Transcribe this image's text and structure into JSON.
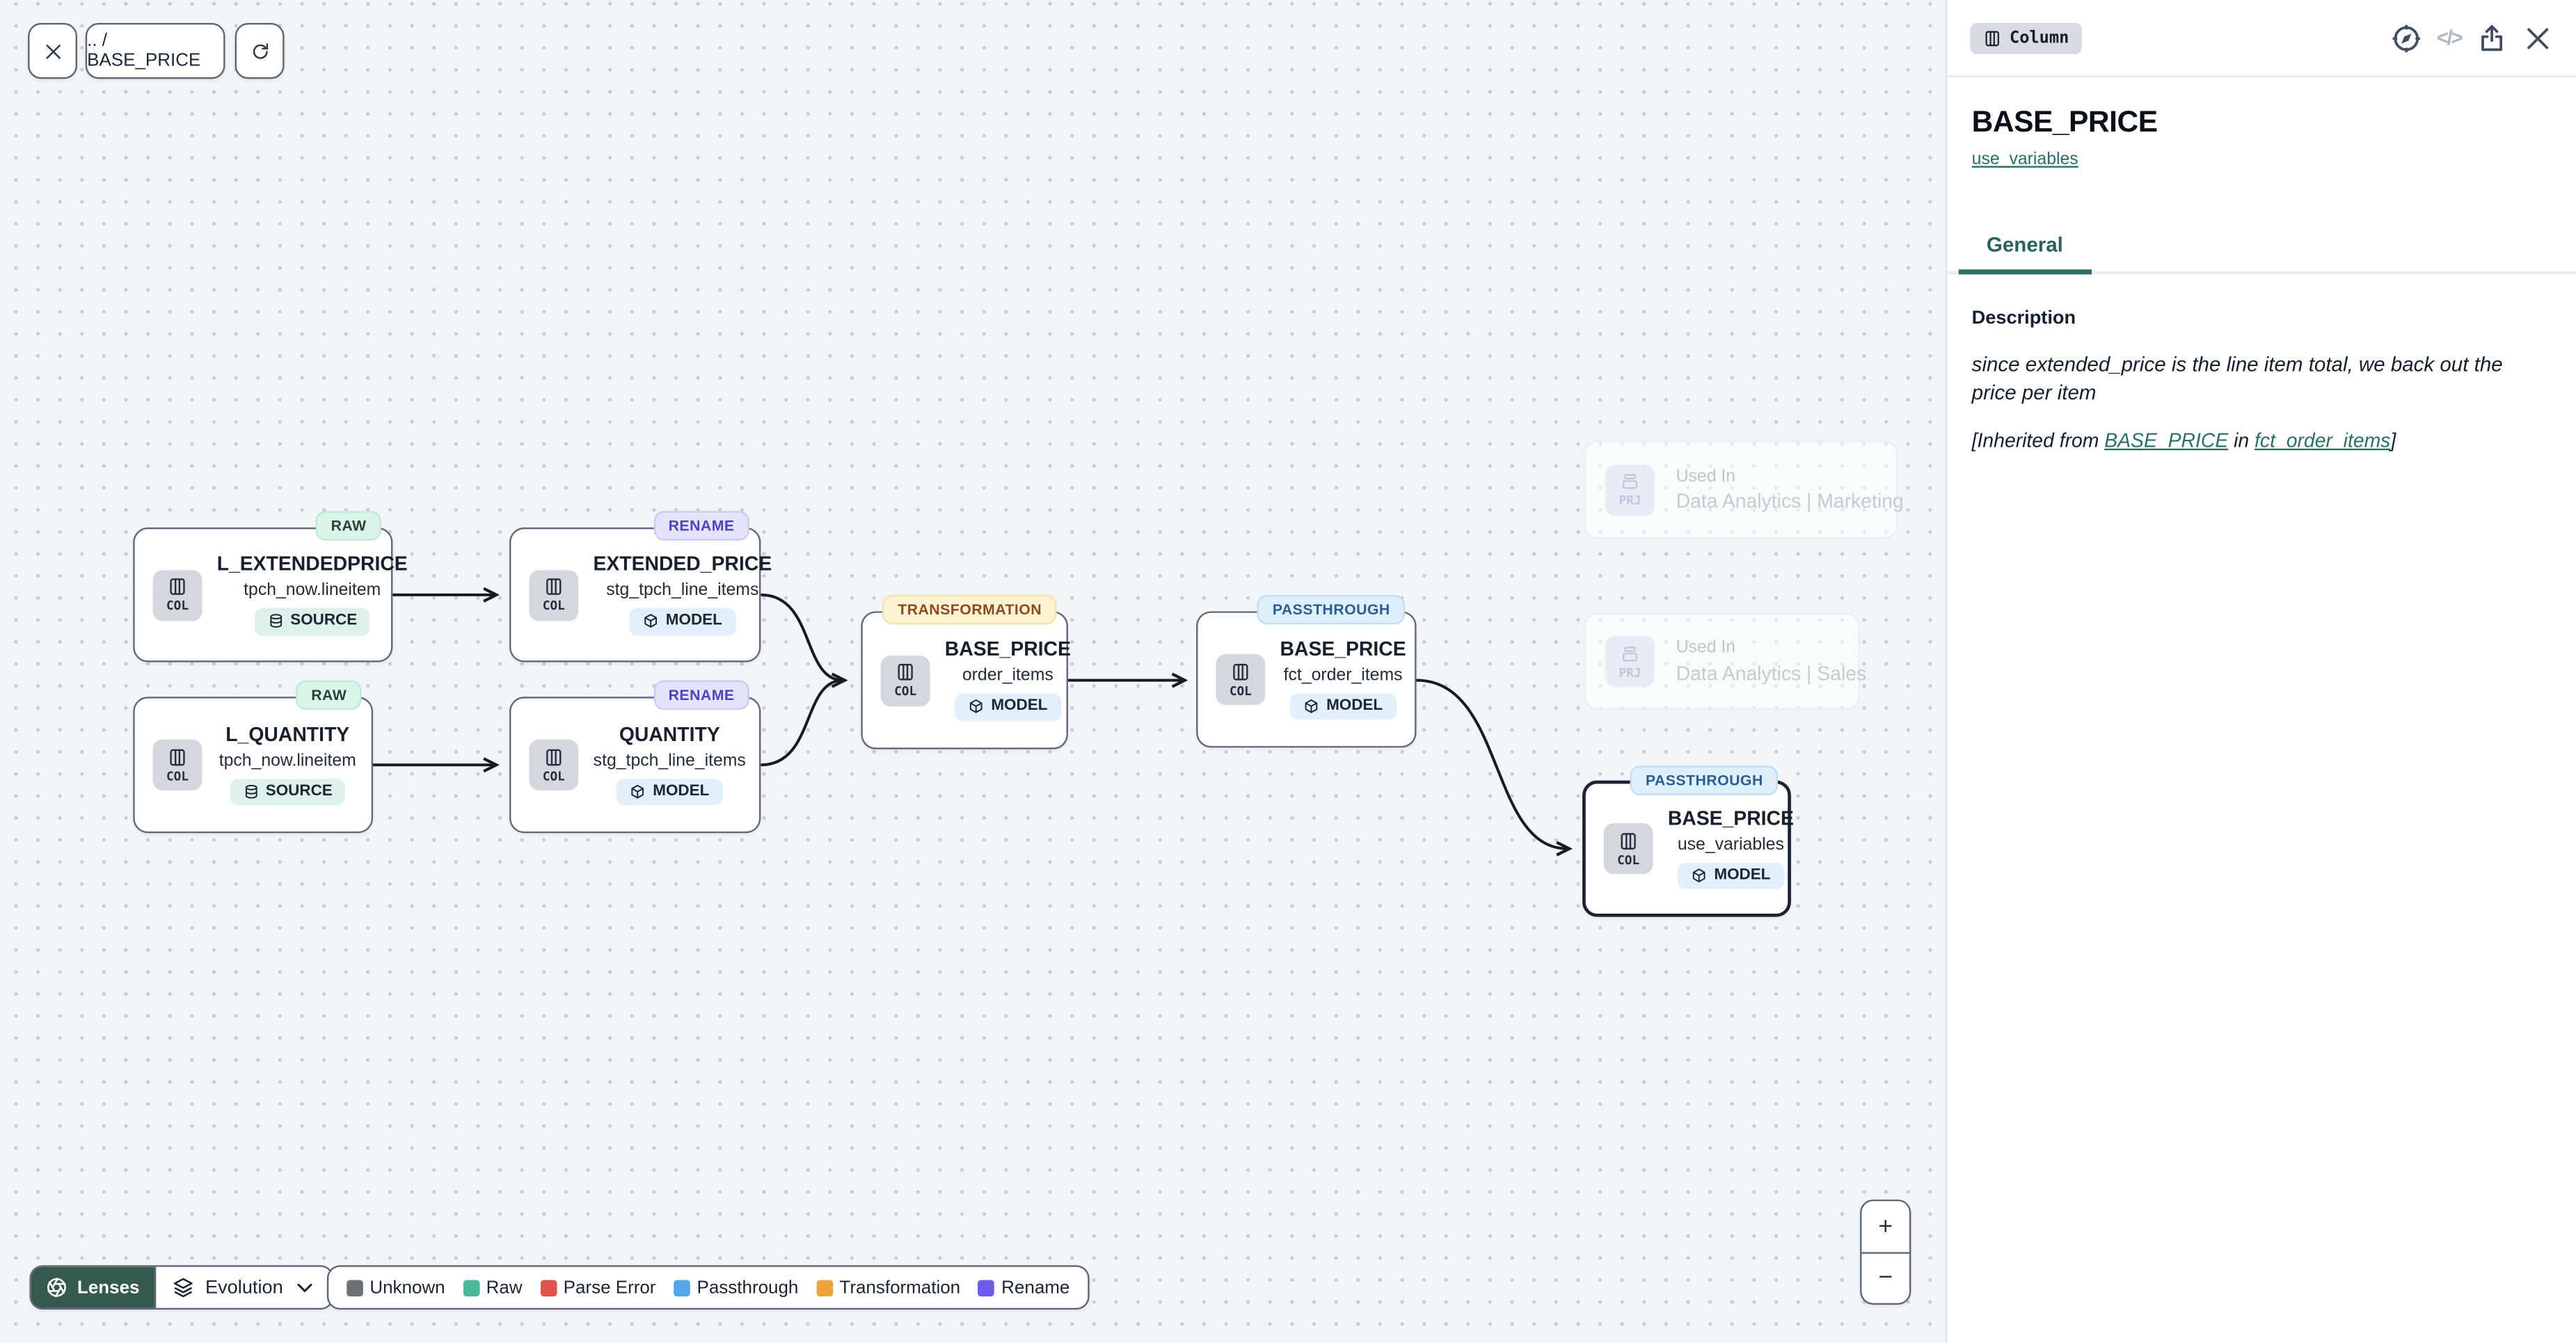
{
  "toolbar": {
    "breadcrumb": ".. / BASE_PRICE"
  },
  "canvas": {
    "nodes": [
      {
        "badge": "RAW",
        "icon_label": "COL",
        "title": "L_EXTENDEDPRICE",
        "subtitle": "tpch_now.lineitem",
        "pill": "SOURCE"
      },
      {
        "badge": "RAW",
        "icon_label": "COL",
        "title": "L_QUANTITY",
        "subtitle": "tpch_now.lineitem",
        "pill": "SOURCE"
      },
      {
        "badge": "RENAME",
        "icon_label": "COL",
        "title": "EXTENDED_PRICE",
        "subtitle": "stg_tpch_line_items",
        "pill": "MODEL"
      },
      {
        "badge": "RENAME",
        "icon_label": "COL",
        "title": "QUANTITY",
        "subtitle": "stg_tpch_line_items",
        "pill": "MODEL"
      },
      {
        "badge": "TRANSFORMATION",
        "icon_label": "COL",
        "title": "BASE_PRICE",
        "subtitle": "order_items",
        "pill": "MODEL"
      },
      {
        "badge": "PASSTHROUGH",
        "icon_label": "COL",
        "title": "BASE_PRICE",
        "subtitle": "fct_order_items",
        "pill": "MODEL"
      },
      {
        "badge": "PASSTHROUGH",
        "icon_label": "COL",
        "title": "BASE_PRICE",
        "subtitle": "use_variables",
        "pill": "MODEL",
        "selected": true
      }
    ],
    "ghost_nodes": [
      {
        "icon_label": "PRJ",
        "label": "Used In",
        "name": "Data Analytics | Marketing"
      },
      {
        "icon_label": "PRJ",
        "label": "Used In",
        "name": "Data Analytics | Sales"
      }
    ],
    "edges": [
      {
        "from": "L_EXTENDEDPRICE (tpch_now.lineitem)",
        "to": "EXTENDED_PRICE (stg_tpch_line_items)"
      },
      {
        "from": "L_QUANTITY (tpch_now.lineitem)",
        "to": "QUANTITY (stg_tpch_line_items)"
      },
      {
        "from": "EXTENDED_PRICE (stg_tpch_line_items)",
        "to": "BASE_PRICE (order_items)"
      },
      {
        "from": "QUANTITY (stg_tpch_line_items)",
        "to": "BASE_PRICE (order_items)"
      },
      {
        "from": "BASE_PRICE (order_items)",
        "to": "BASE_PRICE (fct_order_items)"
      },
      {
        "from": "BASE_PRICE (fct_order_items)",
        "to": "BASE_PRICE (use_variables)"
      }
    ]
  },
  "legend": {
    "lenses_label": "Lenses",
    "mode_label": "Evolution",
    "items": [
      {
        "label": "Unknown",
        "color": "#6f7072"
      },
      {
        "label": "Raw",
        "color": "#4db79c"
      },
      {
        "label": "Parse Error",
        "color": "#e0534a"
      },
      {
        "label": "Passthrough",
        "color": "#55a7e8"
      },
      {
        "label": "Transformation",
        "color": "#eaa63d"
      },
      {
        "label": "Rename",
        "color": "#6e5ce6"
      }
    ]
  },
  "zoom_controls": {
    "zoom_in": "+",
    "zoom_out": "−"
  },
  "panel": {
    "type_badge": "Column",
    "title": "BASE_PRICE",
    "model_link": "use_variables",
    "tabs": [
      {
        "label": "General"
      }
    ],
    "description_heading": "Description",
    "description_body": "since extended_price is the line item total, we back out the price per item",
    "inherited": {
      "prefix": "[Inherited from ",
      "column_link": "BASE_PRICE",
      "middle": " in ",
      "model_link": "fct_order_items",
      "suffix": "]"
    }
  },
  "colors": {
    "accent_teal": "#2a6e66",
    "lenses_green": "#35594d"
  }
}
